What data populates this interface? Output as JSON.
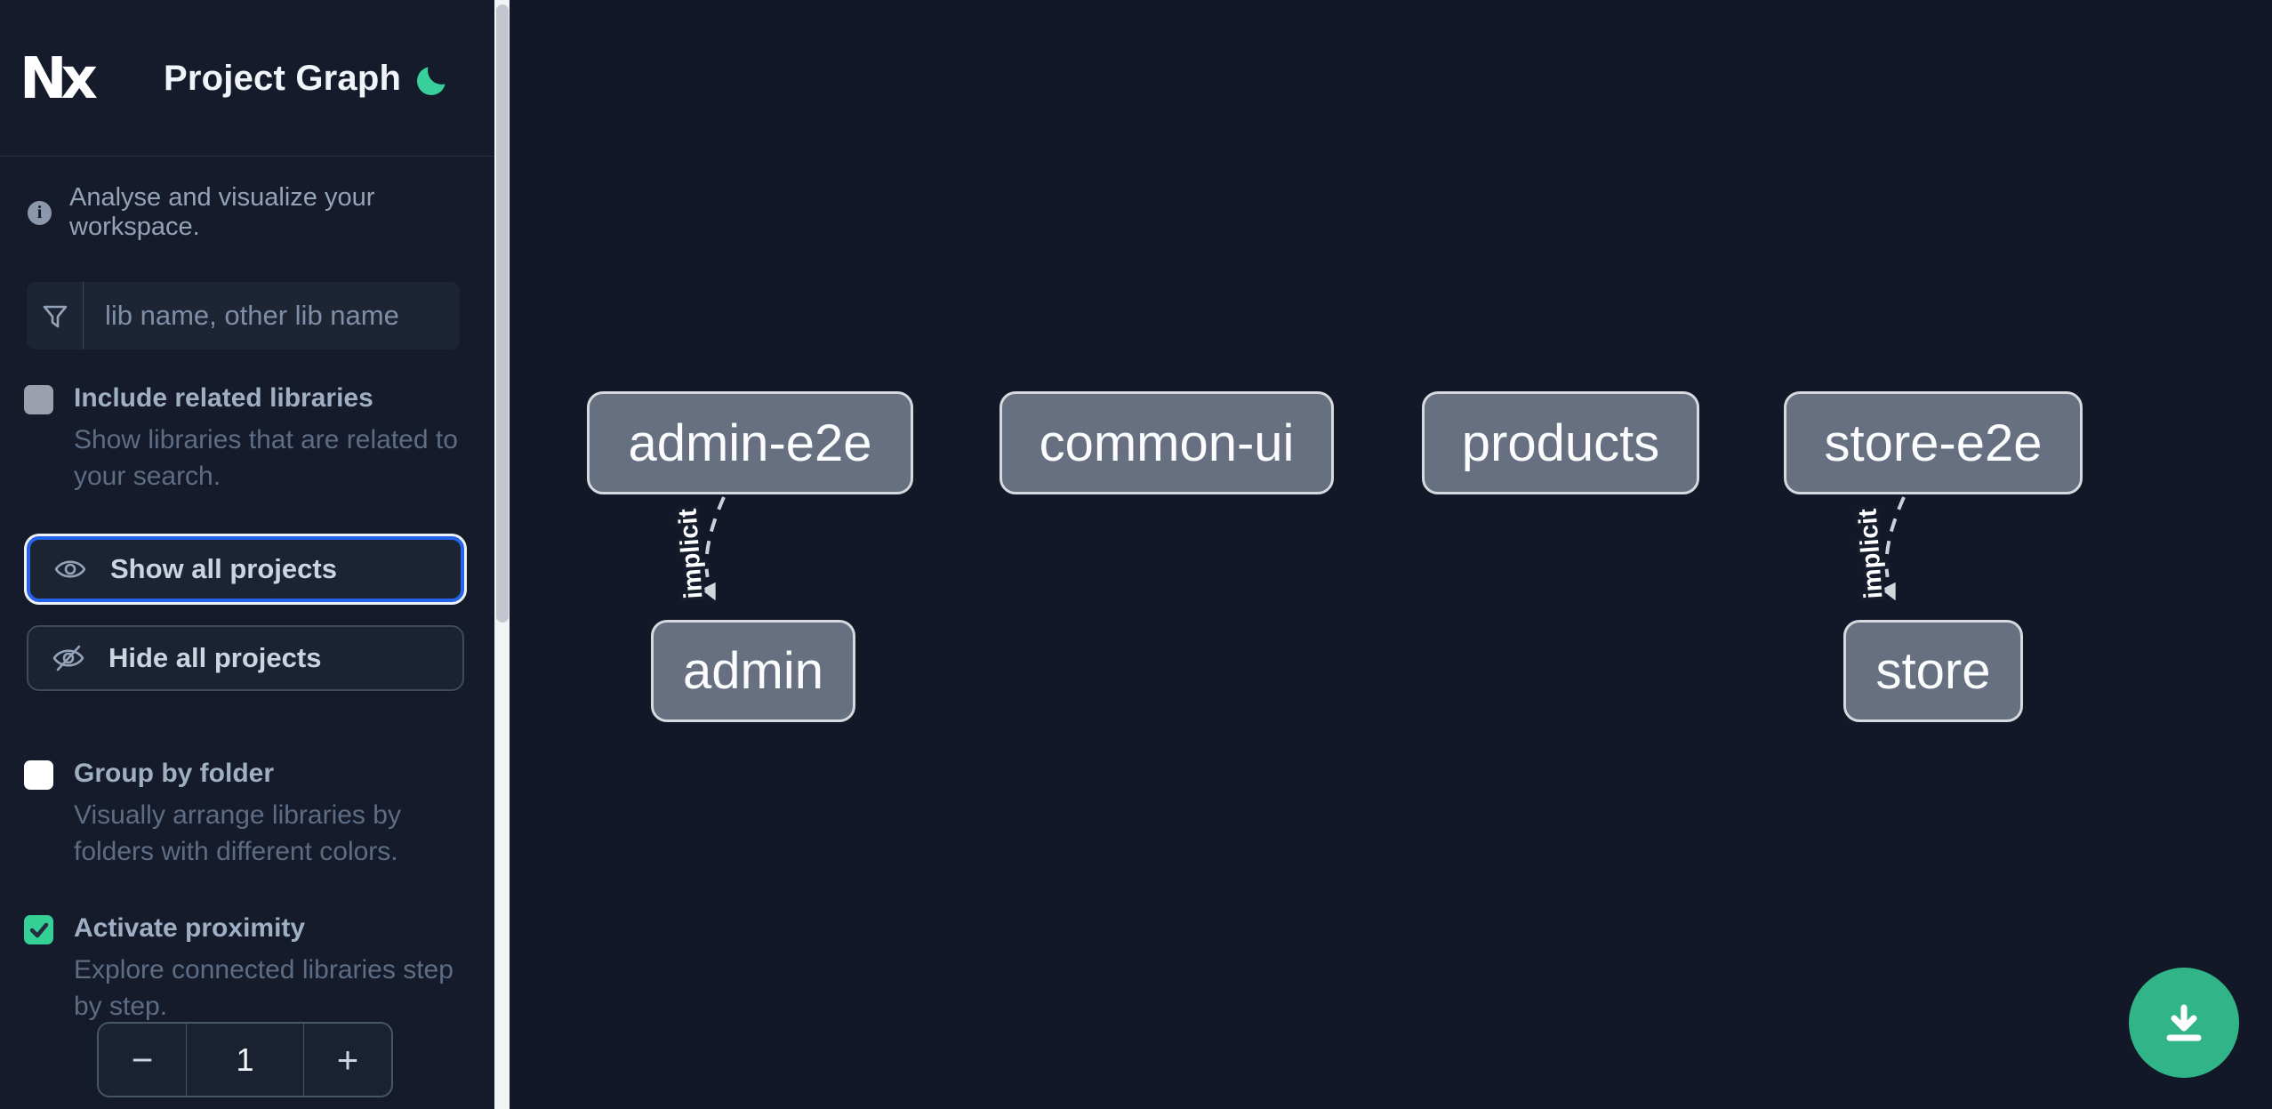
{
  "header": {
    "logo_text": "Nx",
    "app_title": "Project Graph",
    "theme_toggle": "dark-mode-moon"
  },
  "sidebar": {
    "tagline": "Analyse and visualize your workspace.",
    "filter": {
      "placeholder": "lib name, other lib name"
    },
    "include_related": {
      "label": "Include related libraries",
      "description": "Show libraries that are related to your search.",
      "checked": false
    },
    "show_all_label": "Show all projects",
    "hide_all_label": "Hide all projects",
    "group_by_folder": {
      "label": "Group by folder",
      "description": "Visually arrange libraries by folders with different colors.",
      "checked": false
    },
    "activate_proximity": {
      "label": "Activate proximity",
      "description": "Explore connected libraries step by step.",
      "checked": true
    },
    "proximity_stepper": {
      "decrement": "−",
      "value": "1",
      "increment": "+"
    }
  },
  "graph": {
    "nodes": [
      {
        "label": "admin-e2e"
      },
      {
        "label": "common-ui"
      },
      {
        "label": "products"
      },
      {
        "label": "store-e2e"
      },
      {
        "label": "admin"
      },
      {
        "label": "store"
      }
    ],
    "edges": [
      {
        "from": "admin-e2e",
        "to": "admin",
        "label": "implicit",
        "style": "dashed"
      },
      {
        "from": "store-e2e",
        "to": "store",
        "label": "implicit",
        "style": "dashed"
      }
    ]
  },
  "fab": {
    "icon": "download-icon"
  },
  "colors": {
    "accent_green": "#35d095",
    "fab_green": "#31b487",
    "focus_blue": "#2563eb",
    "node_fill": "#667080",
    "node_border": "#d6d9de",
    "sidebar_bg": "#151b2a",
    "canvas_bg": "#121827"
  }
}
